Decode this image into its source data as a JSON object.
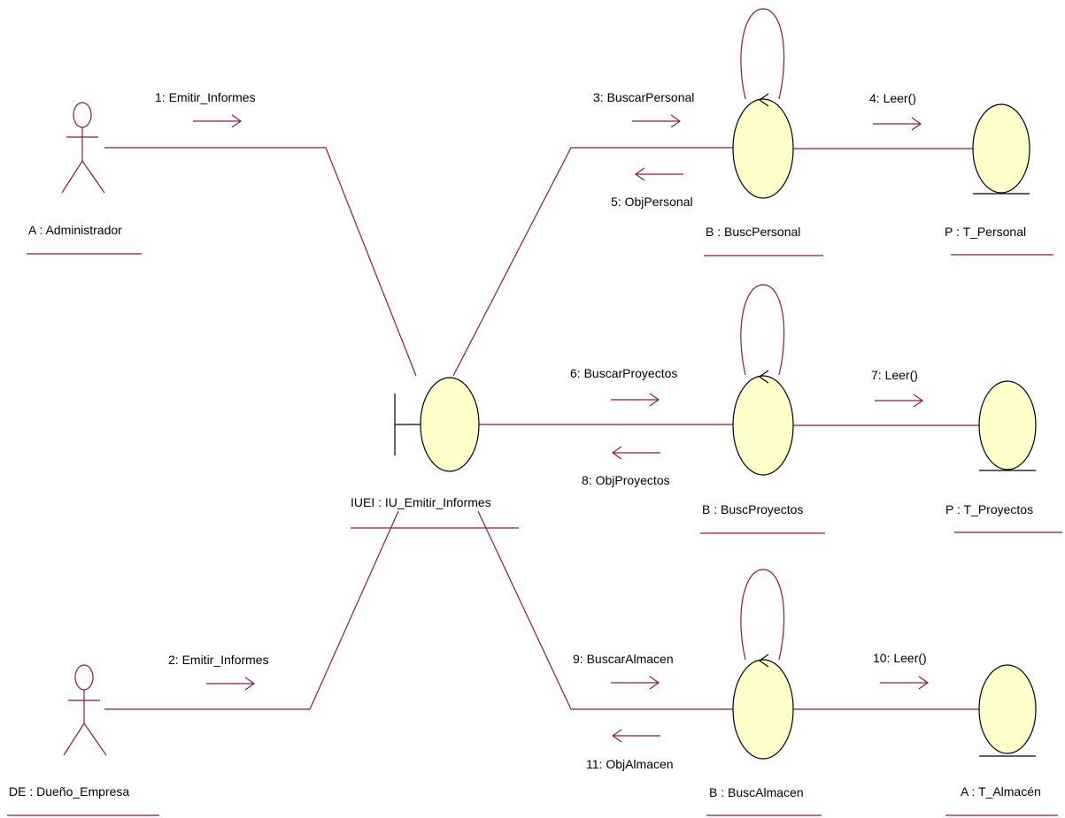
{
  "colors": {
    "line": "#8b1a4a",
    "object_fill": "#ffffcc",
    "outline": "#000000",
    "background": "#ffffff"
  },
  "objects": {
    "actor_admin": "A : Administrador",
    "actor_owner": "DE : Dueño_Empresa",
    "boundary": "IUEI : IU_Emitir_Informes",
    "ctrl_personal": "B : BuscPersonal",
    "ctrl_proyectos": "B : BuscProyectos",
    "ctrl_almacen": "B : BuscAlmacen",
    "ent_personal": "P : T_Personal",
    "ent_proyectos": "P : T_Proyectos",
    "ent_almacen": "A : T_Almacén"
  },
  "messages": {
    "m1": "1: Emitir_Informes",
    "m2": "2: Emitir_Informes",
    "m3": "3: BuscarPersonal",
    "m4": "4: Leer()",
    "m5": "5: ObjPersonal",
    "m6": "6: BuscarProyectos",
    "m7": "7: Leer()",
    "m8": "8: ObjProyectos",
    "m9": "9: BuscarAlmacen",
    "m10": "10: Leer()",
    "m11": "11: ObjAlmacen"
  }
}
